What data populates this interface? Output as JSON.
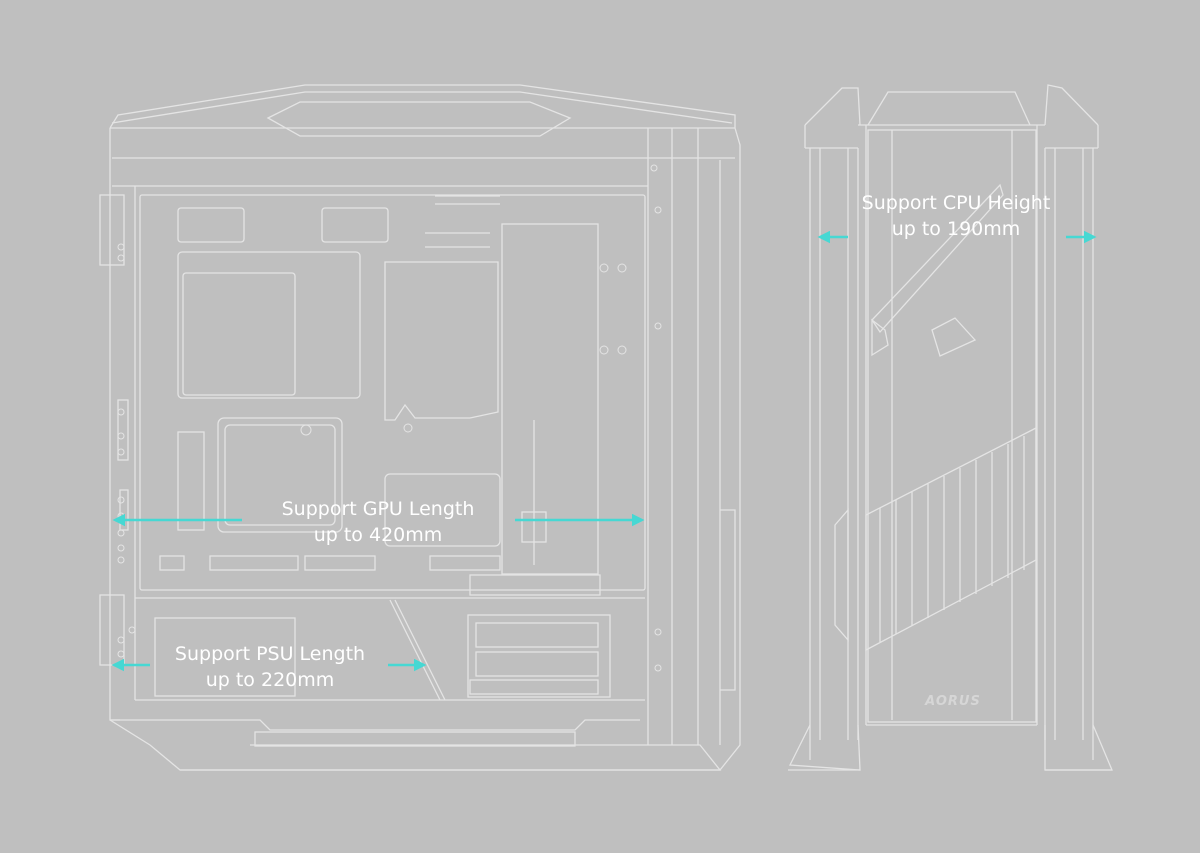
{
  "colors": {
    "background": "#bfbfbf",
    "line": "#e2e2e2",
    "arrow": "#46d8d3",
    "label": "#ffffff"
  },
  "labels": {
    "gpu": {
      "line1": "Support GPU Length",
      "line2": "up to 420mm"
    },
    "psu": {
      "line1": "Support PSU Length",
      "line2": "up to 220mm"
    },
    "cpu": {
      "line1": "Support CPU Height",
      "line2": "up to 190mm"
    }
  },
  "logo_text": "AORUS"
}
